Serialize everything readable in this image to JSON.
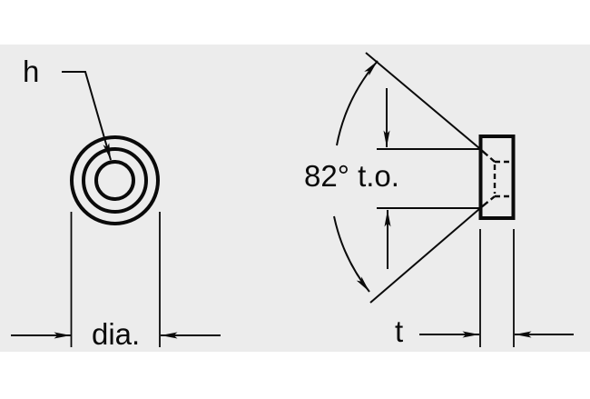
{
  "drawing": {
    "labels": {
      "hole": "h",
      "diameter": "dia.",
      "angle": "82° t.o.",
      "thickness": "t"
    },
    "colors": {
      "page_background": "#ffffff",
      "panel_background": "#ececec",
      "line": "#0a0a0a"
    }
  }
}
